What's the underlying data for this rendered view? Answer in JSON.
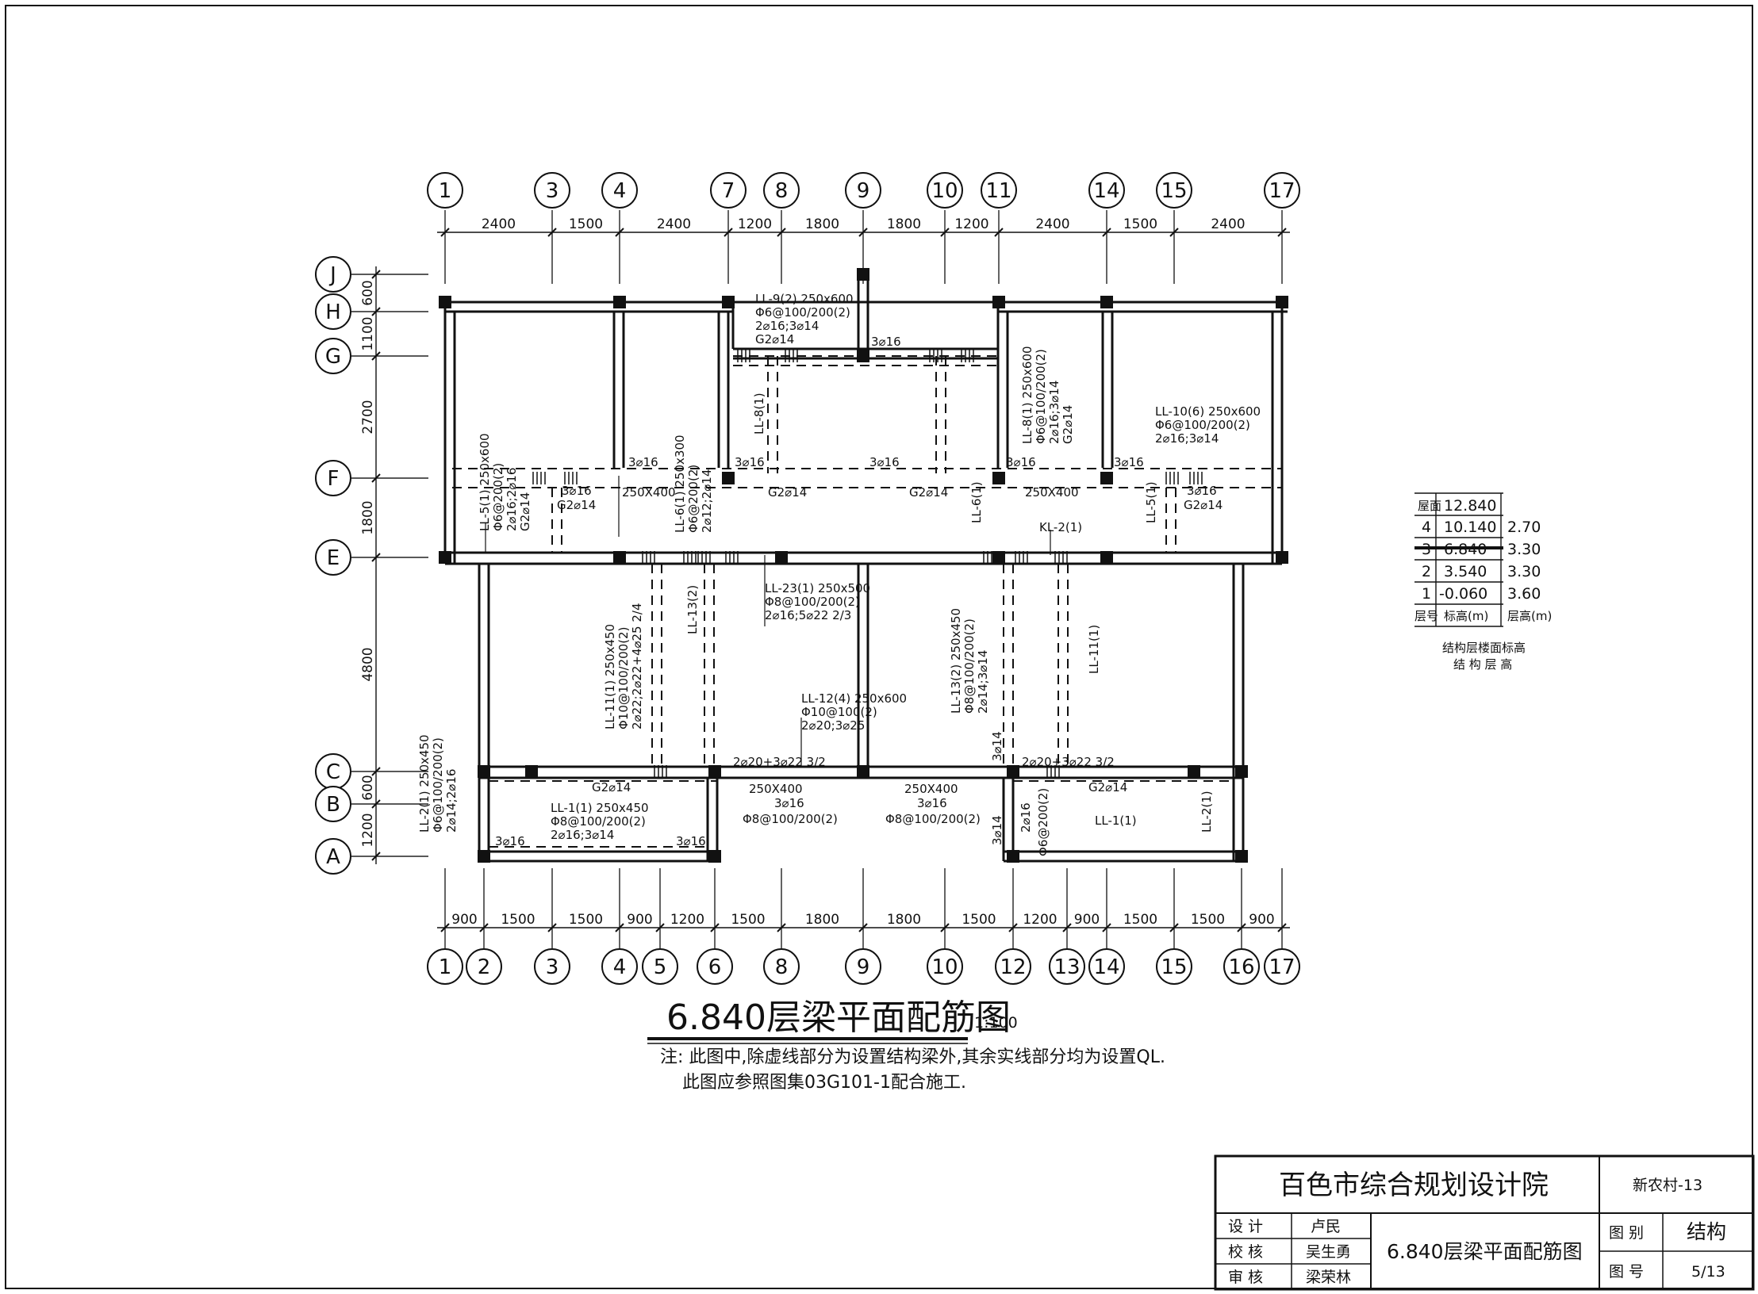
{
  "axes_top": [
    "1",
    "3",
    "4",
    "7",
    "8",
    "9",
    "10",
    "11",
    "14",
    "15",
    "17"
  ],
  "axes_bottom": [
    "1",
    "2",
    "3",
    "4",
    "5",
    "6",
    "8",
    "9",
    "10",
    "12",
    "13",
    "14",
    "15",
    "16",
    "17"
  ],
  "axes_side": [
    "J",
    "H",
    "G",
    "F",
    "E",
    "C",
    "B",
    "A"
  ],
  "dims_top": [
    "2400",
    "1500",
    "2400",
    "1200",
    "1800",
    "1800",
    "1200",
    "2400",
    "1500",
    "2400"
  ],
  "dims_bottom": [
    "900",
    "1500",
    "1500",
    "900",
    "1200",
    "1500",
    "1800",
    "1800",
    "1500",
    "1200",
    "900",
    "1500",
    "1500",
    "900"
  ],
  "dims_side": [
    "600",
    "1100",
    "2700",
    "1800",
    "4800",
    "600",
    "1200"
  ],
  "beam_labels": {
    "ll9": [
      "LL-9(2) 250x600",
      "Φ6@100/200(2)",
      "2⌀16;3⌀14",
      "G2⌀14"
    ],
    "ll8a": "LL-8(1)",
    "ll8b": [
      "LL-8(1) 250x600",
      "Φ6@100/200(2)",
      "2⌀16;3⌀14",
      "G2⌀14"
    ],
    "ll10": [
      "LL-10(6) 250x600",
      "Φ6@100/200(2)",
      "2⌀16;3⌀14"
    ],
    "ll5a": [
      "LL-5(1) 250x600",
      "Φ6@200(2)",
      "2⌀16;2⌀16",
      "G2⌀14"
    ],
    "ll6a": [
      "LL-6(1) 250x300",
      "Φ6@200(2)",
      "2⌀12;2⌀14"
    ],
    "ll6b": "LL-6(1)",
    "ll5b": "LL-5(1)",
    "kl2": "KL-2(1)",
    "ll23": [
      "LL-23(1) 250x500",
      "Φ8@100/200(2)",
      "2⌀16;5⌀22 2/3"
    ],
    "ll13a": "LL-13(2)",
    "ll11a": [
      "LL-11(1) 250x450",
      "Φ10@100/200(2)",
      "2⌀22;2⌀22+4⌀25 2/4"
    ],
    "ll12": [
      "LL-12(4) 250x600",
      "Φ10@100(2)",
      "2⌀20;3⌀25"
    ],
    "ll13b": [
      "LL-13(2) 250x450",
      "Φ8@100/200(2)",
      "2⌀14;3⌀14"
    ],
    "ll11b": "LL-11(1)",
    "ll2a": [
      "LL-2(1) 250x450",
      "Φ6@100/200(2)",
      "2⌀14;2⌀16"
    ],
    "ll1a": [
      "LL-1(1) 250x450",
      "Φ8@100/200(2)",
      "2⌀16;3⌀14"
    ],
    "ll1b": "LL-1(1)",
    "ll2b": "LL-2(1)",
    "s250x400": "250X400",
    "s3d16": "3⌀16",
    "s3d14": "3⌀14",
    "s2d16": "2⌀16",
    "sG2": "G2⌀14",
    "stir8": "Φ8@100/200(2)",
    "stir6": "Φ6@200(2)",
    "bot1": "2⌀20+3⌀22 3/2"
  },
  "level_table": {
    "rows": [
      [
        "屋面",
        "12.840",
        ""
      ],
      [
        "4",
        "10.140",
        "2.70"
      ],
      [
        "3",
        "6.840",
        "3.30"
      ],
      [
        "2",
        "3.540",
        "3.30"
      ],
      [
        "1",
        "-0.060",
        "3.60"
      ]
    ],
    "header": [
      "层号",
      "标高(m)",
      "层高(m)"
    ],
    "caption1": "结构层楼面标高",
    "caption2": "结 构 层 高"
  },
  "drawing_title": "6.840层梁平面配筋图",
  "scale": "1:100",
  "notes": [
    "注: 此图中,除虚线部分为设置结构梁外,其余实线部分均为设置QL.",
    "此图应参照图集03G101-1配合施工."
  ],
  "title_block": {
    "company": "百色市综合规划设计院",
    "project": "新农村-13",
    "rows": [
      {
        "role": "设  计",
        "name": "卢民"
      },
      {
        "role": "校  核",
        "name": "吴生勇"
      },
      {
        "role": "审  核",
        "name": "梁荣林"
      }
    ],
    "drawing_name": "6.840层梁平面配筋图",
    "category_label": "图  别",
    "category_value": "结构",
    "number_label": "图  号",
    "number_value": "5/13"
  }
}
